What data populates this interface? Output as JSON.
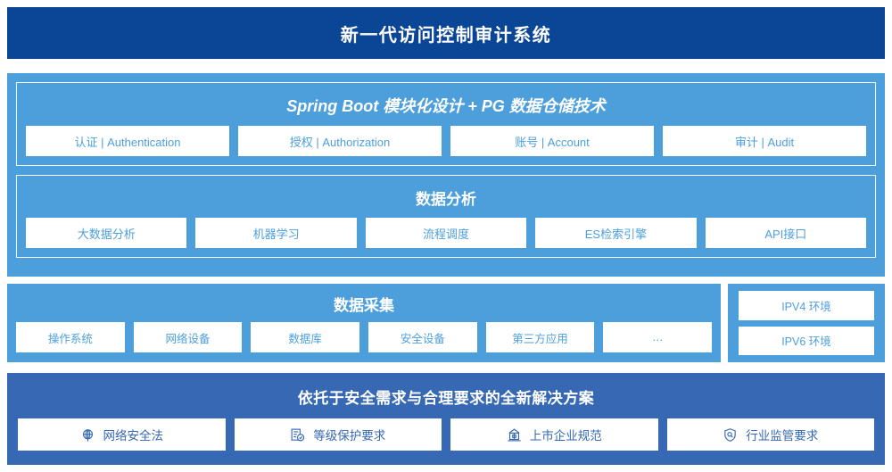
{
  "header": {
    "title": "新一代访问控制审计系统",
    "bg": "#0a4596"
  },
  "colors": {
    "sky": "#4d9fdc",
    "steel": "#3668b3",
    "navy": "#0a4596",
    "card_bg": "#ffffff"
  },
  "platform": {
    "spring": {
      "title": "Spring Boot 模块化设计 + PG 数据仓储技术",
      "cards": [
        {
          "label": "认证 | Authentication"
        },
        {
          "label": "授权 | Authorization"
        },
        {
          "label": "账号 | Account"
        },
        {
          "label": "审计 | Audit"
        }
      ]
    },
    "analysis": {
      "title": "数据分析",
      "cards": [
        {
          "label": "大数据分析"
        },
        {
          "label": "机器学习"
        },
        {
          "label": "流程调度"
        },
        {
          "label": "ES检索引擎"
        },
        {
          "label": "API接口"
        }
      ]
    }
  },
  "collection": {
    "title": "数据采集",
    "cards": [
      {
        "label": "操作系统"
      },
      {
        "label": "网络设备"
      },
      {
        "label": "数据库"
      },
      {
        "label": "安全设备"
      },
      {
        "label": "第三方应用"
      },
      {
        "label": "…"
      }
    ]
  },
  "environments": {
    "items": [
      {
        "label": "IPV4 环境"
      },
      {
        "label": "IPV6 环境"
      }
    ]
  },
  "solution": {
    "title": "依托于安全需求与合理要求的全新解决方案",
    "cards": [
      {
        "label": "网络安全法",
        "icon": "globe-icon"
      },
      {
        "label": "等级保护要求",
        "icon": "document-check-icon"
      },
      {
        "label": "上市企业规范",
        "icon": "bank-building-icon"
      },
      {
        "label": "行业监管要求",
        "icon": "shield-search-icon"
      }
    ]
  }
}
